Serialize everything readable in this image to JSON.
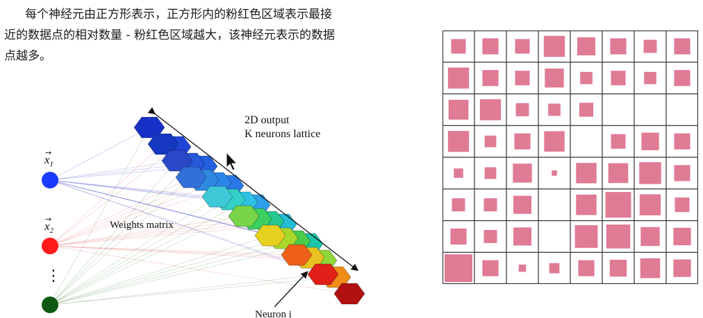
{
  "description": {
    "lines": [
      "每个神经元由正方形表示，正方形内的粉红色区域表示最接",
      "近的数据点的相对数量 - 粉红色区域越大，该神经元表示的数据",
      "点越多。"
    ]
  },
  "som_figure": {
    "output_label_line1": "2D output",
    "output_label_line2": "K neurons lattice",
    "weights_label": "Weights matrix",
    "neuron_label": "Neuron i",
    "inputs": [
      {
        "label": "x",
        "sub": "1",
        "color": "#1a3cff"
      },
      {
        "label": "x",
        "sub": "2",
        "color": "#ff1a1a"
      },
      {
        "label": "⋮",
        "sub": "",
        "color": ""
      },
      {
        "label": "",
        "sub": "",
        "color": "#0e5a12"
      }
    ]
  },
  "hit_grid": {
    "rows": 8,
    "cols": 8,
    "square_color": "#e07b95",
    "fill_fractions": [
      [
        0.5,
        0.55,
        0.5,
        0.72,
        0.62,
        0.55,
        0.45,
        0.55
      ],
      [
        0.72,
        0.55,
        0.5,
        0.65,
        0.42,
        0.5,
        0.42,
        0.55
      ],
      [
        0.68,
        0.72,
        0.45,
        0.42,
        0.48,
        0,
        0,
        0
      ],
      [
        0.72,
        0.4,
        0.55,
        0.7,
        0,
        0.5,
        0.6,
        0.55
      ],
      [
        0.32,
        0.4,
        0.65,
        0.18,
        0.7,
        0.68,
        0.75,
        0.55
      ],
      [
        0.45,
        0.45,
        0.62,
        0,
        0.7,
        0.88,
        0.72,
        0.5
      ],
      [
        0.55,
        0.45,
        0.62,
        0,
        0.78,
        0.82,
        0.65,
        0.6
      ],
      [
        0.95,
        0.55,
        0.25,
        0.35,
        0.55,
        0.58,
        0.68,
        0.6
      ]
    ]
  }
}
